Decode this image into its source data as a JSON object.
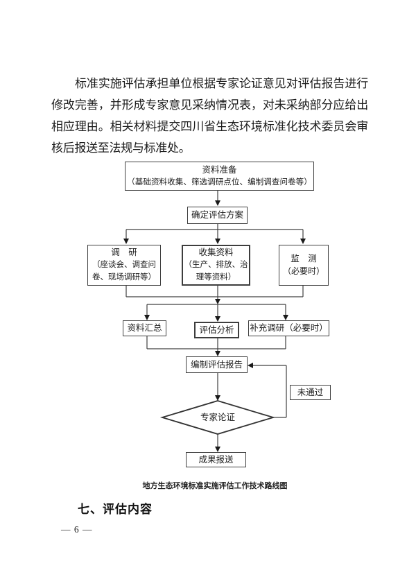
{
  "page": {
    "paragraph": "标准实施评估承担单位根据专家论证意见对评估报告进行修改完善，并形成专家意见采纳情况表，对未采纳部分应给出相应理由。相关材料提交四川省生态环境标准化技术委员会审核后报送至法规与标准处。",
    "caption": "地方生态环境标准实施评估工作技术路线图",
    "heading": "七、评估内容",
    "page_number": "— 6 —"
  },
  "colors": {
    "ink": "#1a1a1a",
    "line": "#404040",
    "background": "#ffffff"
  },
  "flowchart": {
    "nodes": {
      "prep": {
        "title": "资料准备",
        "subtitle": "（基础资料收集、筛选调研点位、编制调查问卷等）"
      },
      "plan": {
        "title": "确定评估方案"
      },
      "survey": {
        "title": "调　研",
        "subtitle": "（座谈会、调查问卷、现场调研等）"
      },
      "collect": {
        "title": "收集资料",
        "subtitle": "（生产、排放、治理等资料）"
      },
      "monitor": {
        "title": "监　测",
        "subtitle": "（必要时）"
      },
      "summary": {
        "title": "资料汇总"
      },
      "analysis": {
        "title": "评估分析"
      },
      "supplement": {
        "title": "补充调研（必要时）"
      },
      "report": {
        "title": "编制评估报告"
      },
      "review": {
        "title": "专家论证"
      },
      "fail": {
        "title": "未通过"
      },
      "submit": {
        "title": "成果报送"
      }
    }
  }
}
